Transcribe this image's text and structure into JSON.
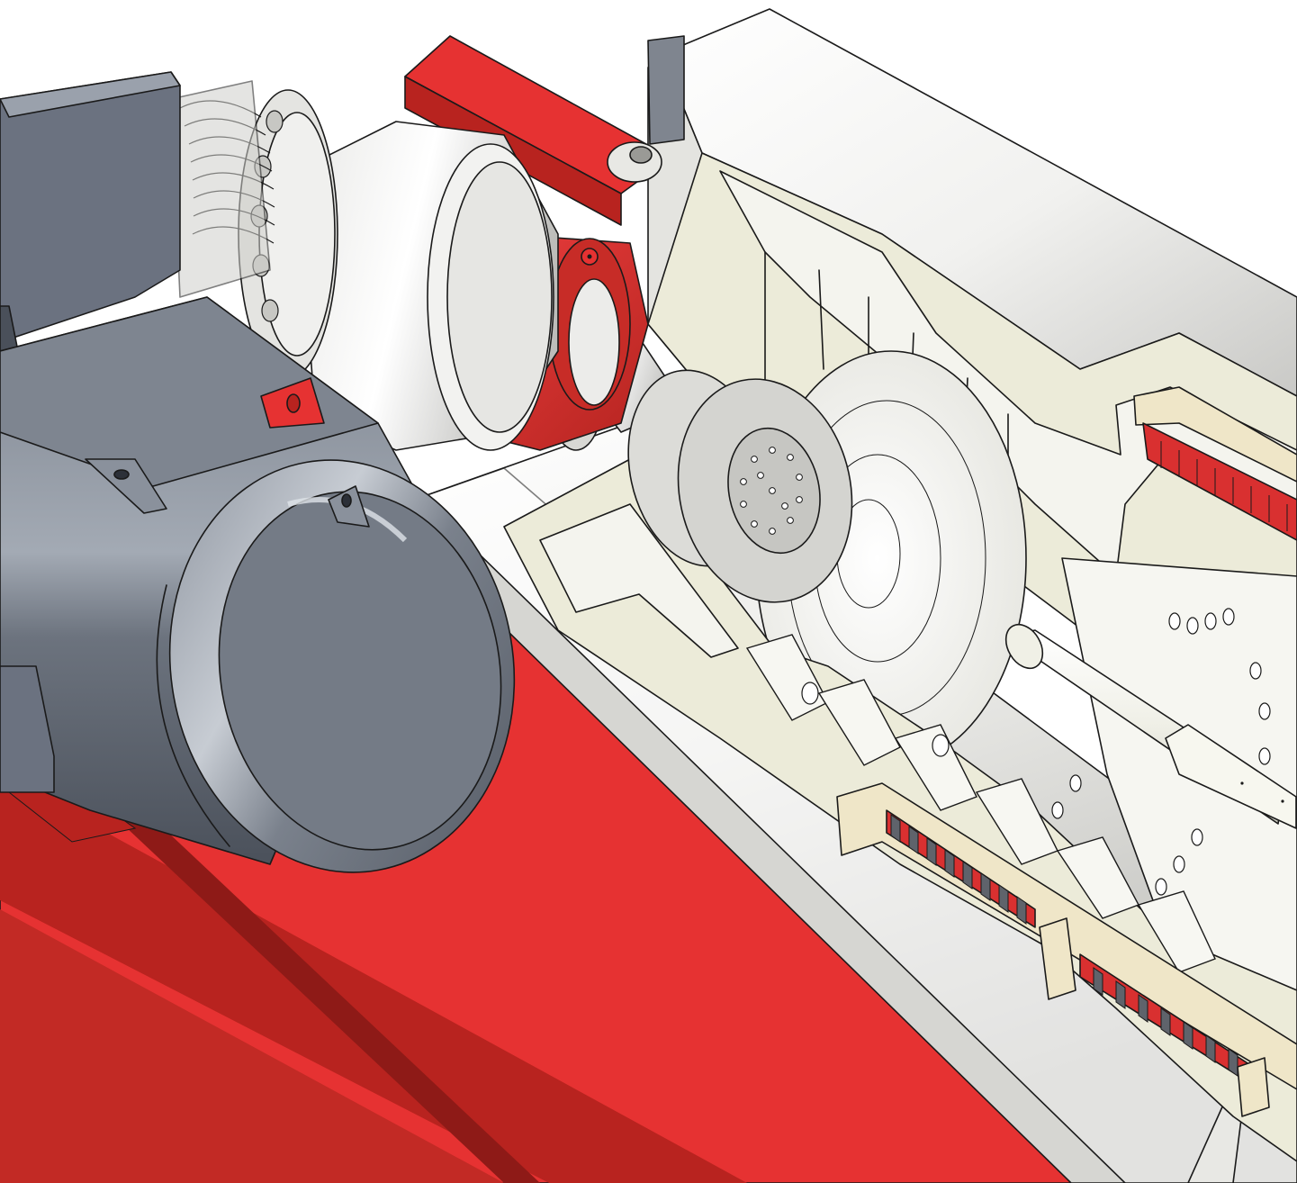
{
  "colors": {
    "frame_red": "#e63232",
    "frame_red_dark": "#b8231f",
    "frame_red_shadow": "#8e1a17",
    "motor_gray": "#6b7280",
    "motor_gray_dark": "#4a505a",
    "motor_gray_light": "#9aa1ac",
    "bowl_white": "#f4f4ee",
    "housing_white": "#f2f2f0",
    "cream": "#ecebd9",
    "outline": "#1a1a1a"
  },
  "parts": [
    "drive-motor",
    "motor-terminal-box",
    "belt-pulley",
    "gearbox-housing",
    "main-bearing-block",
    "drive-shaft",
    "feed-flange-disc",
    "upper-casing-cover",
    "lower-casing-trough",
    "bowl-cone",
    "scroll-conveyor",
    "feed-tube",
    "base-frame"
  ]
}
